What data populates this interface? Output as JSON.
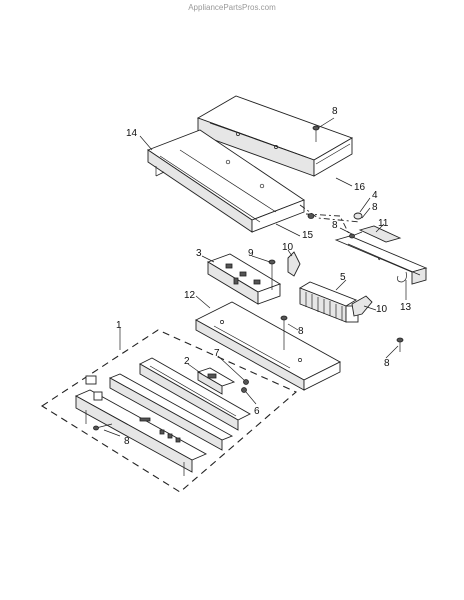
{
  "watermark": "AppliancePartsPros.com",
  "callouts": {
    "c1": "1",
    "c2": "2",
    "c3": "3",
    "c4": "4",
    "c5": "5",
    "c6": "6",
    "c7": "7",
    "c8a": "8",
    "c8b": "8",
    "c8c": "8",
    "c8d": "8",
    "c8e": "8",
    "c8f": "8",
    "c9": "9",
    "c10a": "10",
    "c10b": "10",
    "c11": "11",
    "c12": "12",
    "c13": "13",
    "c14": "14",
    "c15": "15",
    "c16": "16"
  }
}
